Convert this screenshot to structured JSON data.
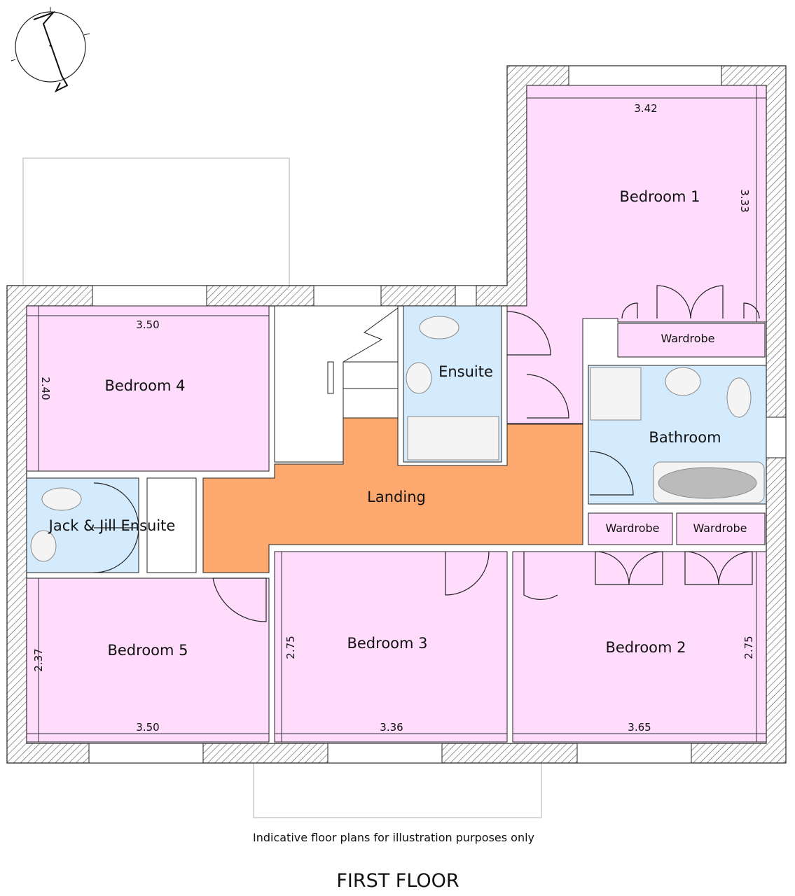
{
  "plan": {
    "title": "FIRST FLOOR",
    "disclaimer": "Indicative floor plans for illustration purposes only",
    "colors": {
      "bedroom": "#ffdcfb",
      "wet_room": "#d4ebfd",
      "landing": "#fda86e",
      "wall_hatch": "#555555"
    },
    "rooms": {
      "bedroom1": {
        "name": "Bedroom 1",
        "width": "3.42",
        "length": "3.33"
      },
      "bedroom2": {
        "name": "Bedroom 2",
        "width": "3.65",
        "length": "2.75"
      },
      "bedroom3": {
        "name": "Bedroom 3",
        "width": "3.36",
        "length": "2.75"
      },
      "bedroom4": {
        "name": "Bedroom 4",
        "width": "3.50",
        "length": "2.40"
      },
      "bedroom5": {
        "name": "Bedroom 5",
        "width": "3.50",
        "length": "2.37"
      },
      "ensuite": {
        "name": "Ensuite"
      },
      "jack_jill": {
        "name": "Jack & Jill Ensuite"
      },
      "bathroom": {
        "name": "Bathroom"
      },
      "landing": {
        "name": "Landing"
      },
      "wardrobe_top": {
        "name": "Wardrobe"
      },
      "wardrobe_left": {
        "name": "Wardrobe"
      },
      "wardrobe_right": {
        "name": "Wardrobe"
      }
    }
  }
}
